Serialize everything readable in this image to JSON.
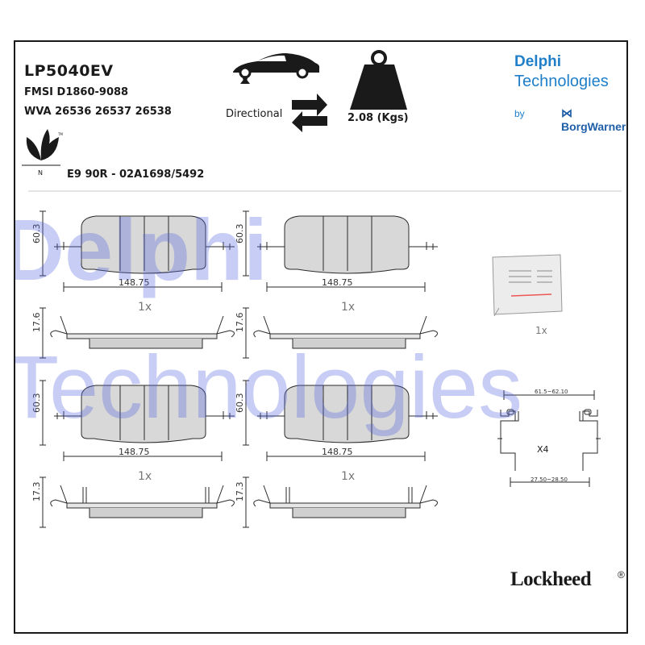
{
  "product": {
    "code": "LP5040EV",
    "fmsi": "FMSI D1860-9088",
    "wva": "WVA 26536 26537 26538",
    "ece": "E9 90R - 02A1698/5492",
    "directional_label": "Directional",
    "weight": "2.08 (Kgs)"
  },
  "brand": {
    "line1": "Delphi",
    "line2": "Technologies",
    "by": "by",
    "parent": "BorgWarner",
    "footer": "Lockheed",
    "registered": "®",
    "color": "#1f7fc9"
  },
  "watermark": {
    "line1": "Delphi",
    "line2": "Technologies"
  },
  "eco_mark": {
    "icon": "leaf-icon",
    "letter": "N",
    "tm": "TM"
  },
  "pads": [
    {
      "width": "148.75",
      "height": "60.3",
      "thickness": "17.6",
      "qty": "1x"
    },
    {
      "width": "148.75",
      "height": "60.3",
      "thickness": "17.6",
      "qty": "1x"
    },
    {
      "width": "148.75",
      "height": "60.3",
      "thickness": "17.3",
      "qty": "1x"
    },
    {
      "width": "148.75",
      "height": "60.3",
      "thickness": "17.3",
      "qty": "1x"
    }
  ],
  "accessories": {
    "grease_qty": "1x",
    "clip_top_dim": "61.5~62.10",
    "clip_bottom_dim": "27.50~28.50",
    "clip_qty": "X4"
  },
  "colors": {
    "pad_fill": "#d8d8d8",
    "line": "#2a2a2a",
    "watermark": "#5064dc"
  }
}
